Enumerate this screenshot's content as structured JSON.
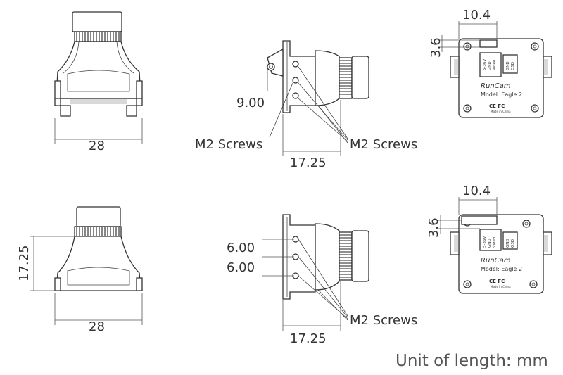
{
  "dimensions": {
    "front_top_width": "28",
    "front_bottom_width": "28",
    "front_bottom_height": "17.25",
    "side_top_hole_spacing": "9.00",
    "side_top_depth": "17.25",
    "side_bottom_spacing_1": "6.00",
    "side_bottom_spacing_2": "6.00",
    "side_bottom_depth": "17.25",
    "back_top_width": "10.4",
    "back_top_height": "3.6",
    "back_bottom_width": "10.4",
    "back_bottom_height": "3.6"
  },
  "labels": {
    "m2_screws_left_top": "M2 Screws",
    "m2_screws_right_top": "M2 Screws",
    "m2_screws_bottom": "M2 Screws",
    "unit": "Unit of length: mm"
  },
  "back_panel": {
    "brand": "RunCam",
    "model": "Model: Eagle 2",
    "certs": "CE FC",
    "made_in": "Made in China",
    "pin_left": [
      "5-36V",
      "GND",
      "Video"
    ],
    "pin_right": [
      "GND",
      "OSD"
    ]
  }
}
